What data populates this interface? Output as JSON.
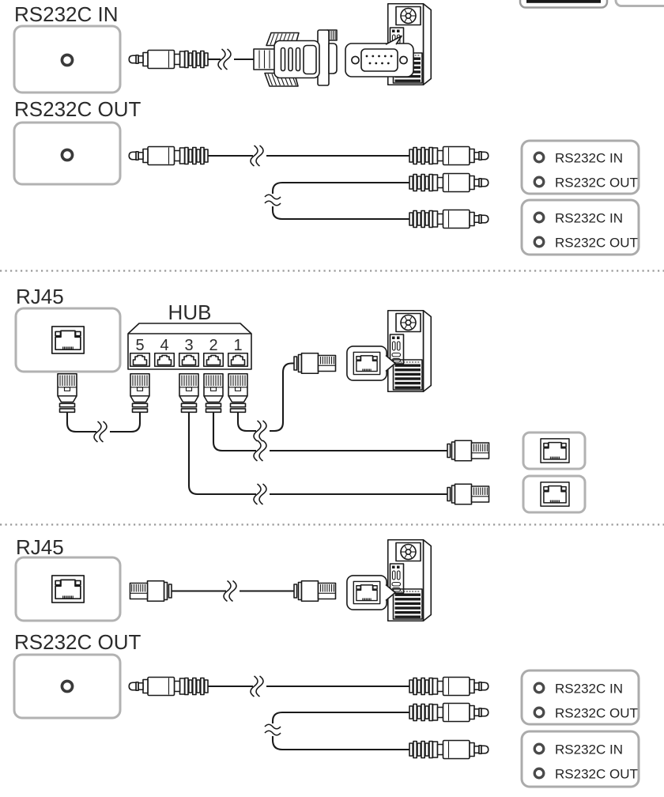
{
  "colors": {
    "background": "#ffffff",
    "line_art": "#1a1a1a",
    "port_box_border": "#b2b2b2",
    "legend_box_border": "#ababab",
    "label_text": "#2b2b2b",
    "legend_text": "#232323",
    "legend_circle": "#4a4a4a",
    "separator_dots": "#999999"
  },
  "section_rs232c": {
    "port_in_label": "RS232C IN",
    "port_out_label": "RS232C OUT",
    "legends": [
      {
        "row1": "RS232C IN",
        "row2": "RS232C OUT"
      },
      {
        "row1": "RS232C IN",
        "row2": "RS232C OUT"
      }
    ]
  },
  "section_hub": {
    "port_label": "RJ45",
    "hub_label": "HUB",
    "hub_ports": [
      "5",
      "4",
      "3",
      "2",
      "1"
    ]
  },
  "section_rj45": {
    "port_label": "RJ45",
    "port_out_label": "RS232C OUT",
    "legends": [
      {
        "row1": "RS232C IN",
        "row2": "RS232C OUT"
      },
      {
        "row1": "RS232C IN",
        "row2": "RS232C OUT"
      }
    ]
  },
  "icons": {
    "stereo_port": "stereo-port-circle-icon",
    "rj45_port": "rj45-jack-icon",
    "serial_connector": "db9-connector-icon",
    "computer": "pc-tower-icon",
    "cable_break": "cable-break-icon",
    "hub": "network-hub-icon"
  }
}
